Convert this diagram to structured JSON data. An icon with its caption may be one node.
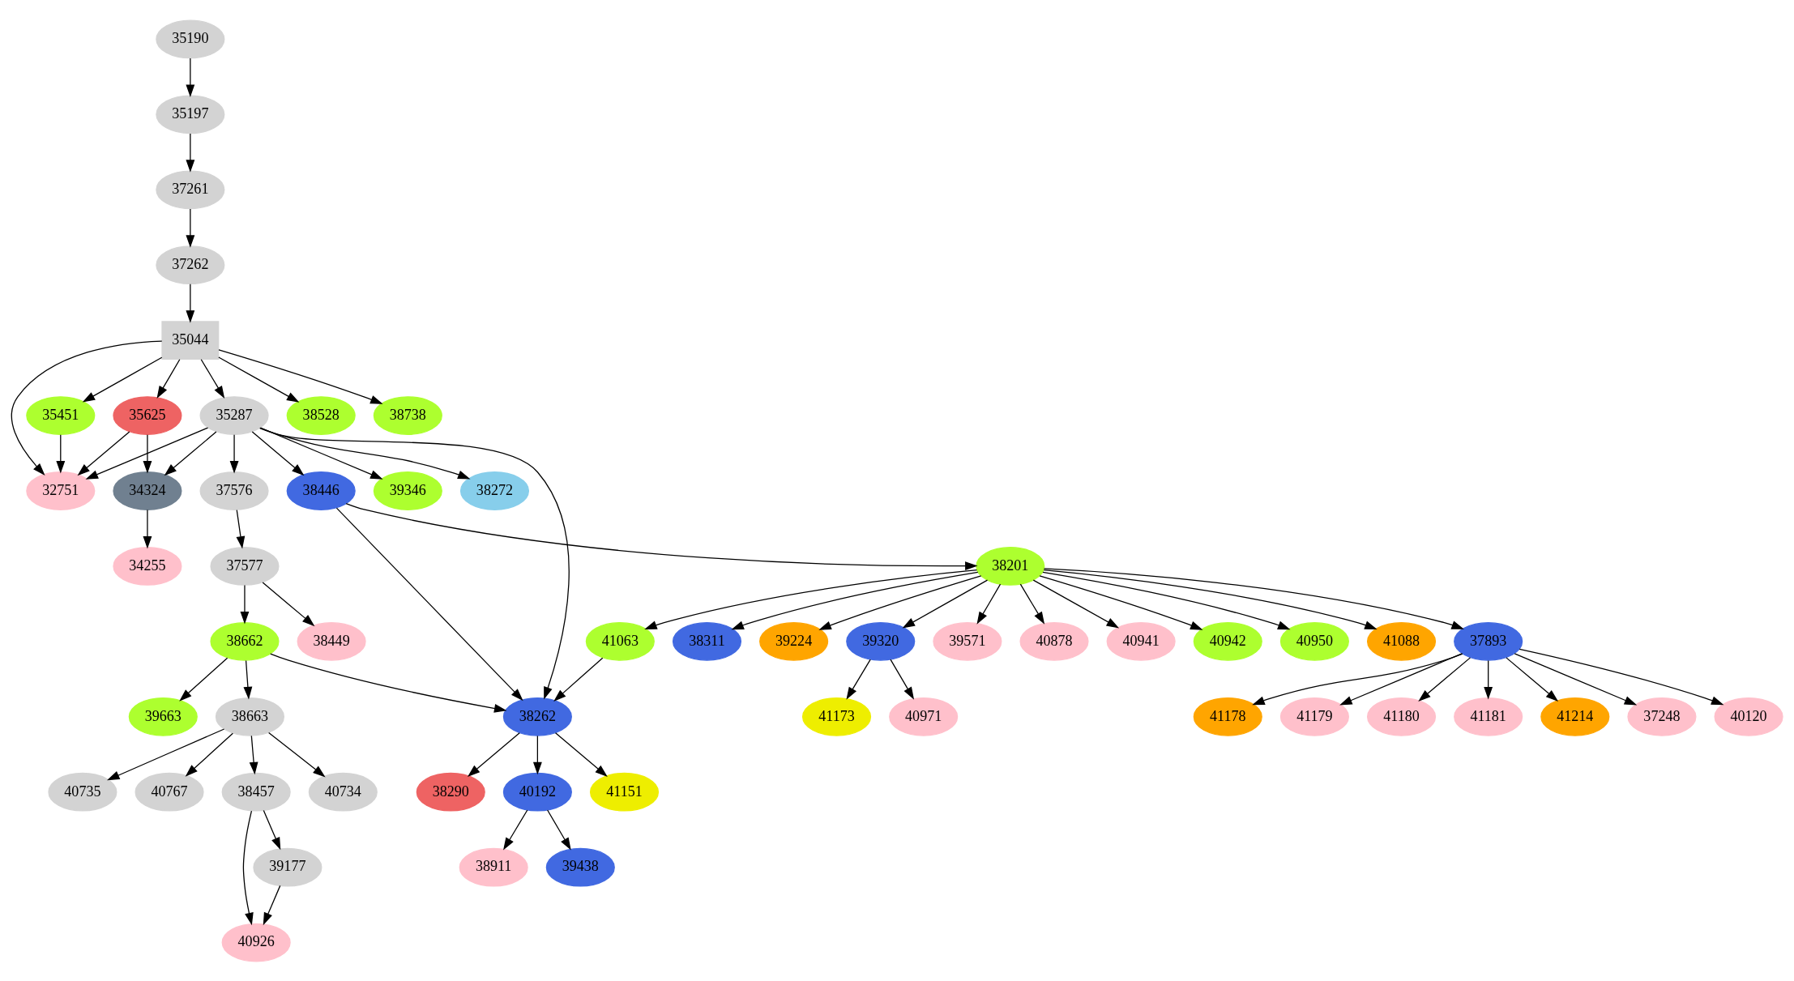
{
  "diagram": {
    "nodes": [
      {
        "text": [
          "35190"
        ]
      },
      {
        "text": [
          "35197"
        ]
      },
      {
        "text": [
          "37261"
        ]
      },
      {
        "text": [
          "37262"
        ]
      },
      {
        "text": [
          "35044"
        ]
      },
      {
        "text": [
          "35451"
        ]
      },
      {
        "text": [
          "35625"
        ]
      },
      {
        "text": [
          "38528"
        ]
      },
      {
        "text": [
          "38738"
        ]
      },
      {
        "text": [
          "35287"
        ]
      },
      {
        "text": [
          "32751"
        ]
      },
      {
        "text": [
          "34324"
        ]
      },
      {
        "text": [
          "38272"
        ]
      },
      {
        "text": [
          "38446"
        ]
      },
      {
        "text": [
          "39346"
        ]
      },
      {
        "text": [
          "37576"
        ]
      },
      {
        "text": [
          "34255"
        ]
      },
      {
        "text": [
          "38201"
        ]
      },
      {
        "text": [
          "37577"
        ]
      },
      {
        "text": [
          "40941"
        ]
      },
      {
        "text": [
          "40942"
        ]
      },
      {
        "text": [
          "40950"
        ]
      },
      {
        "text": [
          "41088"
        ]
      },
      {
        "text": [
          "39320"
        ]
      },
      {
        "text": [
          "38311"
        ]
      },
      {
        "text": [
          "39224"
        ]
      },
      {
        "text": [
          "37893"
        ]
      },
      {
        "text": [
          "41063"
        ]
      },
      {
        "text": [
          "39571"
        ]
      },
      {
        "text": [
          "40878"
        ]
      },
      {
        "text": [
          "38449"
        ]
      },
      {
        "text": [
          "38662"
        ]
      },
      {
        "text": [
          "41173"
        ]
      },
      {
        "text": [
          "40971"
        ]
      },
      {
        "text": [
          "41180"
        ]
      },
      {
        "text": [
          "41181"
        ]
      },
      {
        "text": [
          "41214"
        ]
      },
      {
        "text": [
          "37248"
        ]
      },
      {
        "text": [
          "40120"
        ]
      },
      {
        "text": [
          "41178"
        ]
      },
      {
        "text": [
          "41179"
        ]
      },
      {
        "text": [
          "38262"
        ]
      },
      {
        "text": [
          "39663"
        ]
      },
      {
        "text": [
          "38663"
        ]
      },
      {
        "text": [
          "41151"
        ]
      },
      {
        "text": [
          "38290"
        ]
      },
      {
        "text": [
          "40192"
        ]
      },
      {
        "text": [
          "40735"
        ]
      },
      {
        "text": [
          "40767"
        ]
      },
      {
        "text": [
          "38457"
        ]
      },
      {
        "text": [
          "40734"
        ]
      },
      {
        "text": [
          "38911"
        ]
      },
      {
        "text": [
          "39438"
        ]
      },
      {
        "text": [
          "39177"
        ]
      },
      {
        "text": [
          "40926"
        ]
      }
    ],
    "edges": [
      {
        "from": 0,
        "to": 1,
        "arrow": "to"
      },
      {
        "from": 1,
        "to": 2,
        "arrow": "to"
      },
      {
        "from": 2,
        "to": 3,
        "arrow": "to"
      },
      {
        "from": 3,
        "to": 4,
        "arrow": "to"
      },
      {
        "from": 4,
        "to": 10,
        "arrow": "to"
      },
      {
        "from": 4,
        "to": 5,
        "arrow": "to"
      },
      {
        "from": 4,
        "to": 6,
        "arrow": "to"
      },
      {
        "from": 4,
        "to": 7,
        "arrow": "to"
      },
      {
        "from": 4,
        "to": 8,
        "arrow": "to"
      },
      {
        "from": 4,
        "to": 9,
        "arrow": "to"
      },
      {
        "from": 5,
        "to": 10,
        "arrow": "to"
      },
      {
        "from": 6,
        "to": 10,
        "arrow": "to"
      },
      {
        "from": 6,
        "to": 11,
        "arrow": "to"
      },
      {
        "from": 9,
        "to": 10,
        "arrow": "to"
      },
      {
        "from": 9,
        "to": 11,
        "arrow": "to"
      },
      {
        "from": 9,
        "to": 12,
        "arrow": "to"
      },
      {
        "from": 9,
        "to": 13,
        "arrow": "to"
      },
      {
        "from": 9,
        "to": 14,
        "arrow": "to"
      },
      {
        "from": 9,
        "to": 41,
        "arrow": "to"
      },
      {
        "from": 9,
        "to": 15,
        "arrow": "to"
      },
      {
        "from": 11,
        "to": 16,
        "arrow": "to"
      },
      {
        "from": 13,
        "to": 17,
        "arrow": "to"
      },
      {
        "from": 13,
        "to": 41,
        "arrow": "to"
      },
      {
        "from": 15,
        "to": 18,
        "arrow": "to"
      },
      {
        "from": 17,
        "to": 19,
        "arrow": "to"
      },
      {
        "from": 17,
        "to": 20,
        "arrow": "to"
      },
      {
        "from": 17,
        "to": 21,
        "arrow": "to"
      },
      {
        "from": 17,
        "to": 22,
        "arrow": "to"
      },
      {
        "from": 17,
        "to": 23,
        "arrow": "to"
      },
      {
        "from": 17,
        "to": 24,
        "arrow": "to"
      },
      {
        "from": 17,
        "to": 25,
        "arrow": "to"
      },
      {
        "from": 17,
        "to": 26,
        "arrow": "to"
      },
      {
        "from": 17,
        "to": 27,
        "arrow": "to"
      },
      {
        "from": 17,
        "to": 28,
        "arrow": "to"
      },
      {
        "from": 17,
        "to": 29,
        "arrow": "to"
      },
      {
        "from": 18,
        "to": 30,
        "arrow": "to"
      },
      {
        "from": 18,
        "to": 31,
        "arrow": "to"
      },
      {
        "from": 23,
        "to": 32,
        "arrow": "to"
      },
      {
        "from": 23,
        "to": 33,
        "arrow": "to"
      },
      {
        "from": 26,
        "to": 34,
        "arrow": "to"
      },
      {
        "from": 26,
        "to": 35,
        "arrow": "to"
      },
      {
        "from": 26,
        "to": 36,
        "arrow": "to"
      },
      {
        "from": 26,
        "to": 37,
        "arrow": "to"
      },
      {
        "from": 26,
        "to": 38,
        "arrow": "to"
      },
      {
        "from": 26,
        "to": 39,
        "arrow": "to"
      },
      {
        "from": 26,
        "to": 40,
        "arrow": "to"
      },
      {
        "from": 27,
        "to": 41,
        "arrow": "to"
      },
      {
        "from": 31,
        "to": 41,
        "arrow": "to"
      },
      {
        "from": 31,
        "to": 42,
        "arrow": "to"
      },
      {
        "from": 31,
        "to": 43,
        "arrow": "to"
      },
      {
        "from": 41,
        "to": 44,
        "arrow": "to"
      },
      {
        "from": 41,
        "to": 45,
        "arrow": "to"
      },
      {
        "from": 41,
        "to": 46,
        "arrow": "to"
      },
      {
        "from": 43,
        "to": 47,
        "arrow": "to"
      },
      {
        "from": 43,
        "to": 48,
        "arrow": "to"
      },
      {
        "from": 43,
        "to": 49,
        "arrow": "to"
      },
      {
        "from": 43,
        "to": 50,
        "arrow": "to"
      },
      {
        "from": 46,
        "to": 51,
        "arrow": "to"
      },
      {
        "from": 46,
        "to": 52,
        "arrow": "to"
      },
      {
        "from": 49,
        "to": 54,
        "arrow": "to"
      },
      {
        "from": 49,
        "to": 53,
        "arrow": "to"
      },
      {
        "from": 53,
        "to": 54,
        "arrow": "to"
      }
    ]
  }
}
